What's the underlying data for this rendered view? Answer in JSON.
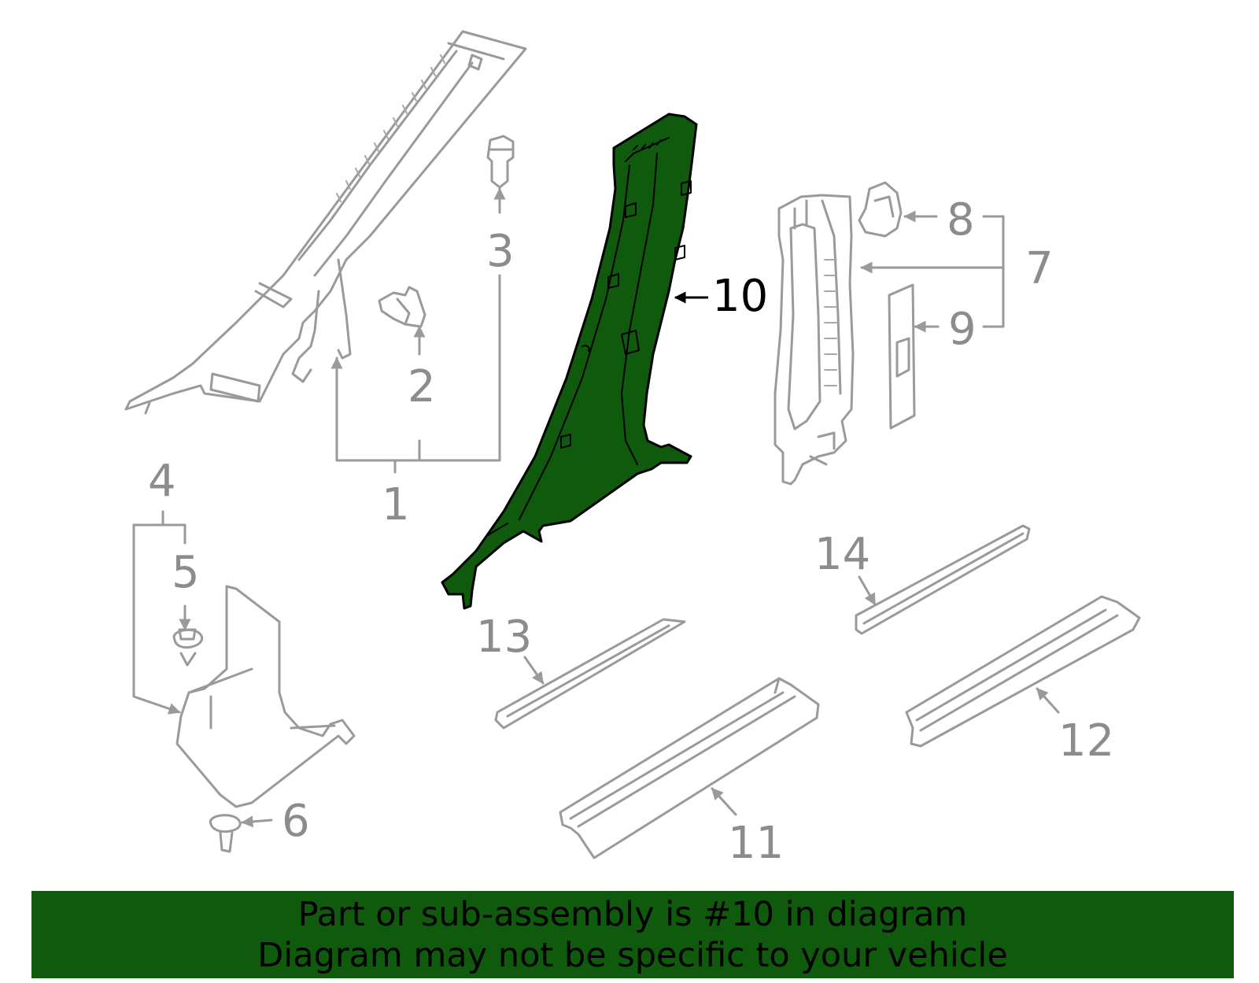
{
  "diagram": {
    "callouts": [
      "1",
      "2",
      "3",
      "4",
      "5",
      "6",
      "7",
      "8",
      "9",
      "10",
      "11",
      "12",
      "13",
      "14"
    ],
    "highlighted_callout": "10",
    "highlight_color": "#0f5a0d",
    "line_color": "#9a9a9a"
  },
  "banner": {
    "line1": "Part or sub-assembly is #10 in diagram",
    "line2": "Diagram may not be specific to your vehicle",
    "background": "#0f5a0d"
  }
}
